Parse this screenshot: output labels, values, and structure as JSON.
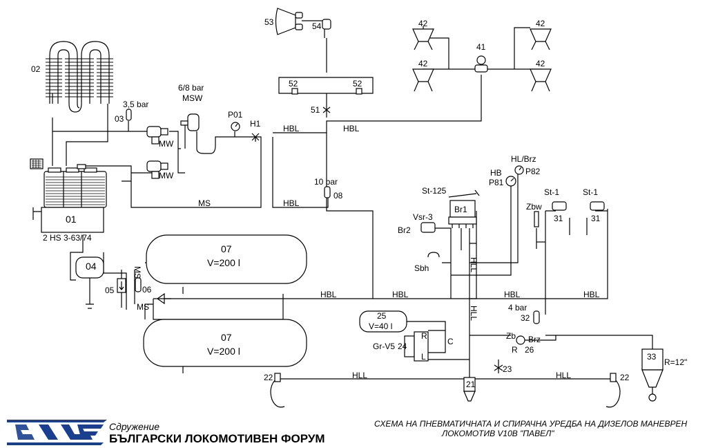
{
  "components": {
    "c02": "02",
    "c01": "01",
    "compressor_model": "2 HS 3-63/74",
    "c03": "03",
    "c03_pressure": "3,5 bar",
    "mw1": "MW",
    "mw2": "MW",
    "msw_pressure": "6/8 bar",
    "msw": "MSW",
    "p01": "P01",
    "h1": "H1",
    "c53": "53",
    "c54": "54",
    "c52a": "52",
    "c52b": "52",
    "c51": "51",
    "c41": "41",
    "c42a": "42",
    "c42b": "42",
    "c42c": "42",
    "c42d": "42",
    "ms_label_1": "MS",
    "ms_label_2": "MS",
    "ms_label_3": "MS",
    "hbl_1": "HBL",
    "hbl_2": "HBL",
    "hbl_3": "HBL",
    "hbl_4": "HBL",
    "hbl_5": "HBL",
    "hbl_6": "HBL",
    "hbl_7": "HBL",
    "c08_pressure": "10 bar",
    "c08": "08",
    "c04": "04",
    "c05": "05",
    "c06": "06",
    "tank_top_id": "07",
    "tank_top_vol": "V=200 l",
    "tank_bot_id": "07",
    "tank_bot_vol": "V=200 l",
    "st125": "St-125",
    "br1": "Br1",
    "vsr3": "Vsr-3",
    "br2": "Br2",
    "sbh": "Sbh",
    "hb": "HB",
    "p81": "P81",
    "hlbrz": "HL/Brz",
    "p82": "P82",
    "zbw": "Zbw",
    "st1a": "St-1",
    "st1b": "St-1",
    "c31a": "31",
    "c31b": "31",
    "hll_1": "HLL",
    "hll_2": "HLL",
    "hll_3": "HLL",
    "hll_4": "HLL",
    "c32_pressure": "4 bar",
    "c32": "32",
    "c25": "25",
    "c25_vol": "V=40 l",
    "grv5": "Gr-V5",
    "c24": "24",
    "port_r1": "R",
    "port_c": "C",
    "port_l": "L",
    "port_r2": "R",
    "zb": "Zb",
    "brz": "Brz",
    "c26": "26",
    "c33": "33",
    "c33_size": "R=12\"",
    "c23": "23",
    "c21": "21",
    "c22a": "22",
    "c22b": "22"
  },
  "footer": {
    "org_type": "Сдружение",
    "org_name": "БЪЛГАРСКИ ЛОКОМОТИВЕН ФОРУМ",
    "caption_line1": "СХЕМА НА ПНЕВМАТИЧНАТА И СПИРАЧНА УРЕДБА НА ДИЗЕЛОВ МАНЕВРЕН",
    "caption_line2": "ЛОКОМОТИВ V10B \"ПАВЕЛ\""
  },
  "colors": {
    "ink": "#000000",
    "logo_blue": "#1a3f8f",
    "background": "#ffffff"
  }
}
